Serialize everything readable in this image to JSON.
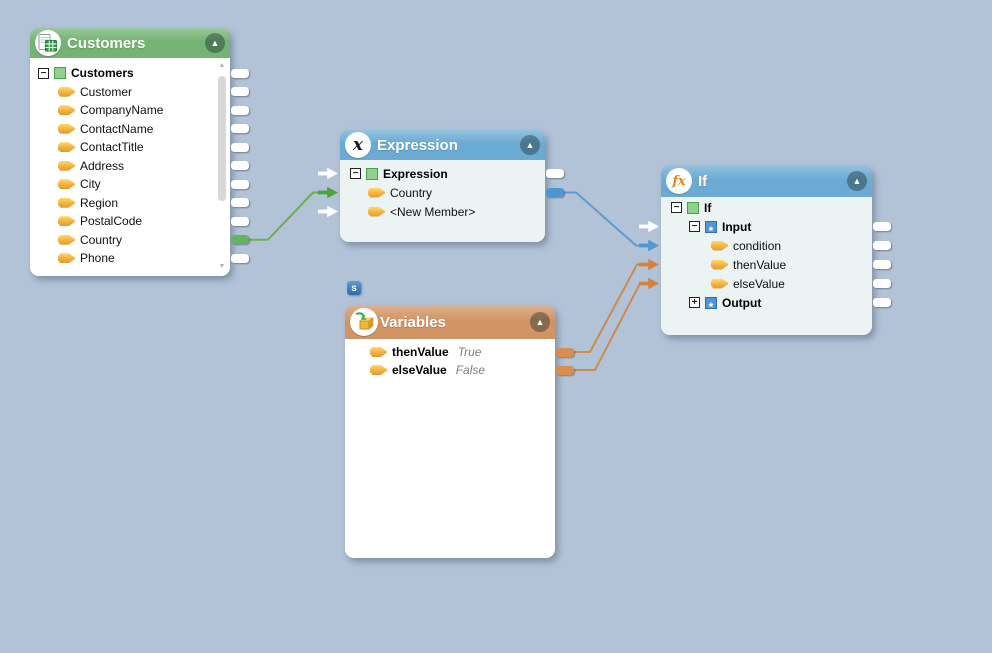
{
  "icons": {
    "minus": "−",
    "plus": "+",
    "star": "*",
    "up_triangle": "▲",
    "scroll_up": "▲",
    "scroll_down": "▼",
    "expression_symbol": "x",
    "fx_symbol": "fx"
  },
  "badge": {
    "label": "s"
  },
  "colors": {
    "background": "#b2c3d8",
    "header_green": "#74b374",
    "header_blue": "#6babd3",
    "header_orange": "#d19465",
    "wire_green": "#6fae4e",
    "wire_blue": "#5f9bcc",
    "wire_orange": "#cc8950"
  },
  "nodes": {
    "customers": {
      "title": "Customers",
      "rows": [
        {
          "label": "Customers"
        },
        {
          "label": "Customer"
        },
        {
          "label": "CompanyName"
        },
        {
          "label": "ContactName"
        },
        {
          "label": "ContactTitle"
        },
        {
          "label": "Address"
        },
        {
          "label": "City"
        },
        {
          "label": "Region"
        },
        {
          "label": "PostalCode"
        },
        {
          "label": "Country"
        },
        {
          "label": "Phone"
        }
      ]
    },
    "expression": {
      "title": "Expression",
      "rows": [
        {
          "label": "Expression"
        },
        {
          "label": "Country"
        },
        {
          "label": "<New Member>"
        }
      ]
    },
    "ifnode": {
      "title": "If",
      "rows": [
        {
          "label": "If"
        },
        {
          "label": "Input"
        },
        {
          "label": "condition"
        },
        {
          "label": "thenValue"
        },
        {
          "label": "elseValue"
        },
        {
          "label": "Output"
        }
      ]
    },
    "variables": {
      "title": "Variables",
      "rows": [
        {
          "label": "thenValue",
          "value": "True"
        },
        {
          "label": "elseValue",
          "value": "False"
        }
      ]
    }
  }
}
